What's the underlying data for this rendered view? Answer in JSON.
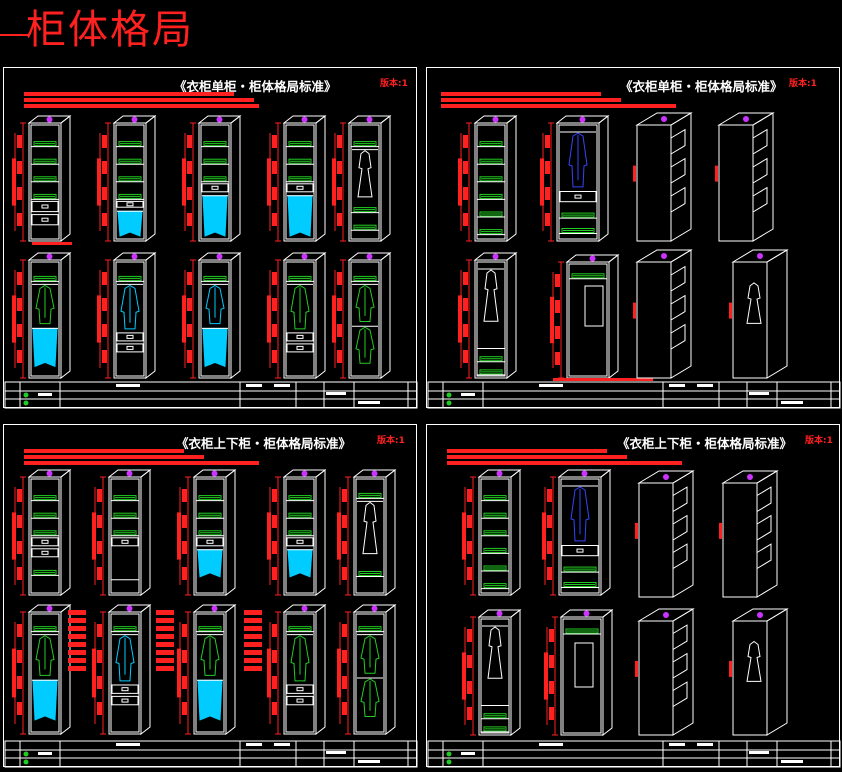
{
  "page": {
    "title": "柜体格局"
  },
  "sheets": [
    {
      "title": "《衣柜单柜・柜体格局标准》",
      "scale": "版本:1"
    },
    {
      "title": "《衣柜单柜・柜体格局标准》",
      "scale": "版本:1"
    },
    {
      "title": "《衣柜上下柜・柜体格局标准》",
      "scale": "版本:1"
    },
    {
      "title": "《衣柜上下柜・柜体格局标准》",
      "scale": "版本:1"
    }
  ],
  "colors": {
    "background": "#000000",
    "line": "#ffffff",
    "dimension": "#ff2020",
    "shelf": "#22cc22",
    "hanging_clothes": "#00ccff",
    "rod": "#3344ff",
    "marker": "#cc33ff"
  },
  "icons": [
    "hanging-shirt-icon",
    "hanging-dress-icon",
    "folded-clothes-icon",
    "hanger-marker-icon"
  ]
}
